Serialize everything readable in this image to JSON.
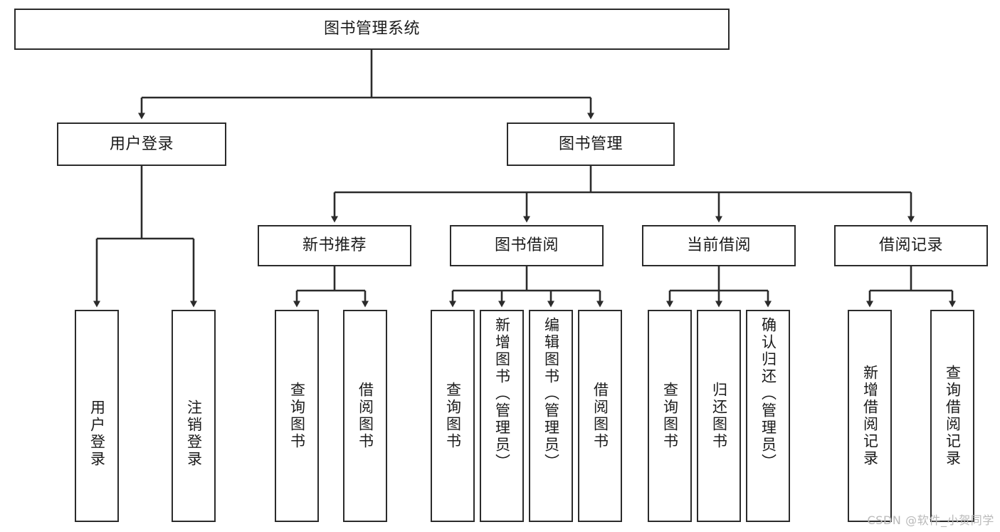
{
  "diagram": {
    "title": "图书管理系统",
    "type": "tree",
    "colors": {
      "stroke": "#2b2b2b",
      "fill": "#ffffff",
      "text": "#1b1b1b",
      "watermark": "#b9b9b9"
    },
    "root": {
      "label": "图书管理系统"
    },
    "level2": [
      {
        "label": "用户登录"
      },
      {
        "label": "图书管理"
      }
    ],
    "level3": [
      {
        "label": "新书推荐"
      },
      {
        "label": "图书借阅"
      },
      {
        "label": "当前借阅"
      },
      {
        "label": "借阅记录"
      }
    ],
    "leaves": {
      "user_login": [
        {
          "label": "用户登录"
        },
        {
          "label": "注销登录"
        }
      ],
      "new_book_recommend": [
        {
          "label": "查询图书"
        },
        {
          "label": "借阅图书"
        }
      ],
      "book_borrow": [
        {
          "label": "查询图书"
        },
        {
          "label": "新增图书（管理员）"
        },
        {
          "label": "编辑图书（管理员）"
        },
        {
          "label": "借阅图书"
        }
      ],
      "current_borrow": [
        {
          "label": "查询图书"
        },
        {
          "label": "归还图书"
        },
        {
          "label": "确认归还（管理员）"
        }
      ],
      "borrow_record": [
        {
          "label": "新增借阅记录"
        },
        {
          "label": "查询借阅记录"
        }
      ]
    }
  },
  "watermark": {
    "text": "CSDN @软件_小贺同学"
  }
}
